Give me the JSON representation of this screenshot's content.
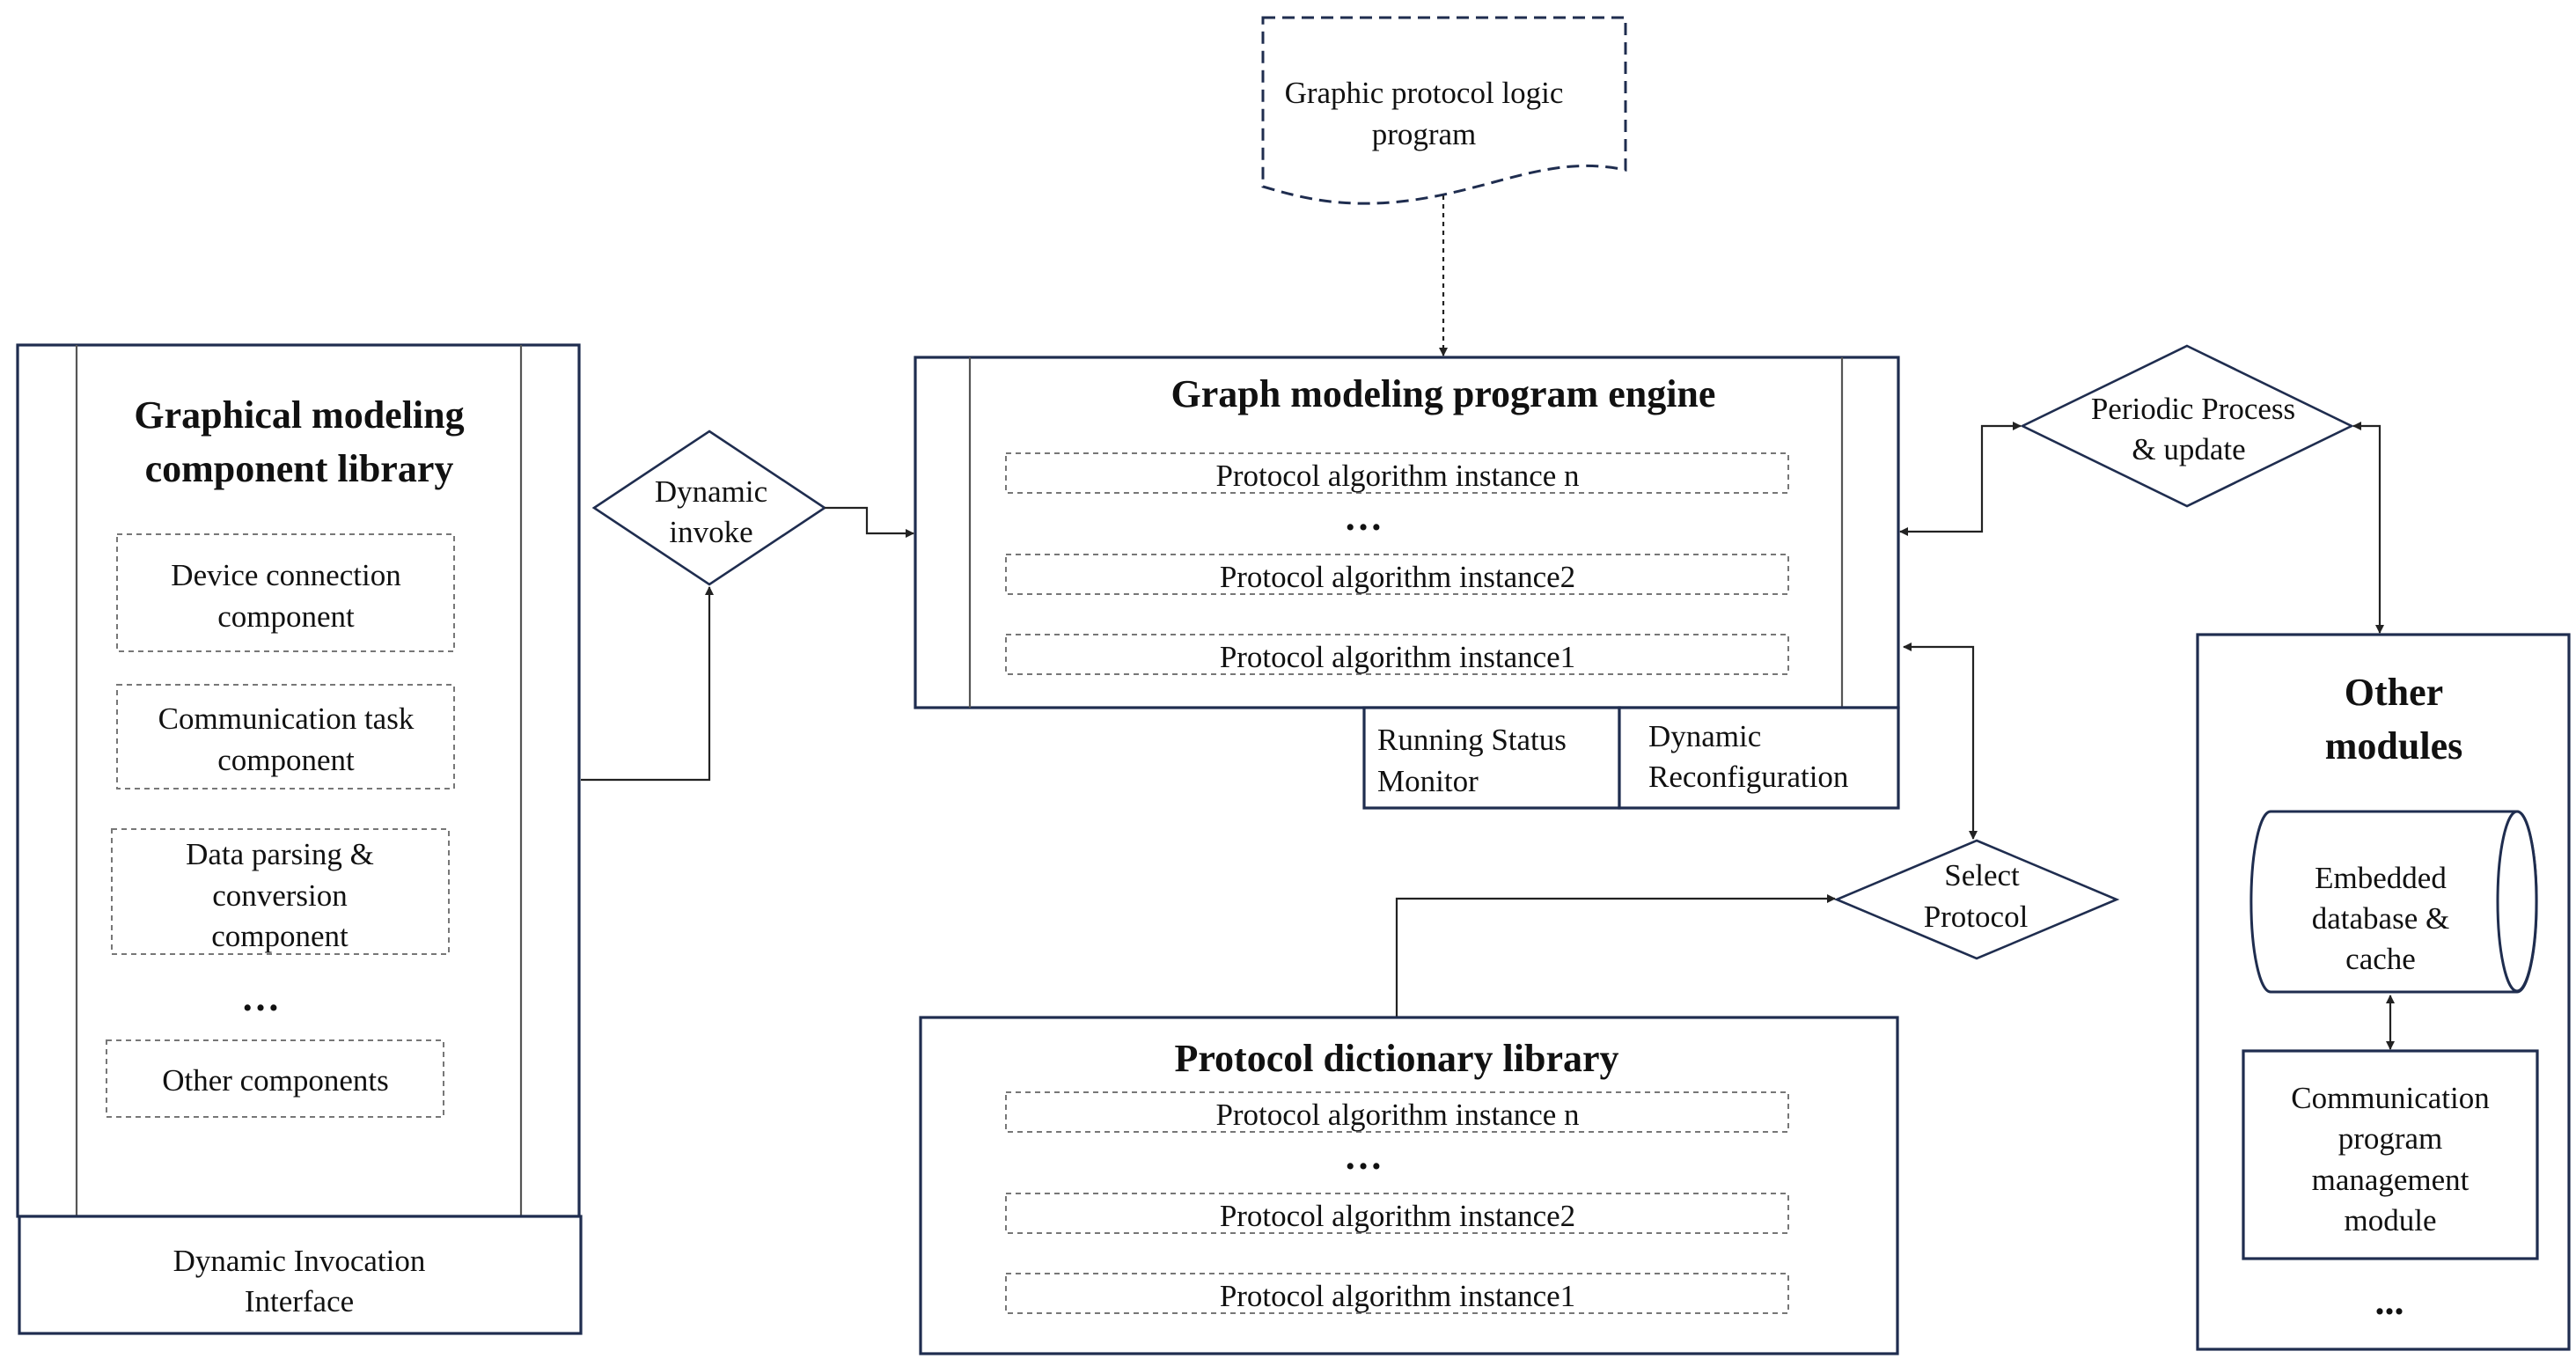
{
  "doc": {
    "title": "Graphic protocol logic program",
    "title_line1": "Graphic protocol logic",
    "title_line2": "program"
  },
  "library": {
    "title_line1": "Graphical modeling",
    "title_line2": "component library",
    "items": [
      {
        "line1": "Device connection",
        "line2": "component",
        "line3": ""
      },
      {
        "line1": "Communication task",
        "line2": "component",
        "line3": ""
      },
      {
        "line1": "Data parsing &",
        "line2": "conversion",
        "line3": "component"
      }
    ],
    "ellipsis": "…",
    "other": "Other components",
    "interface_line1": "Dynamic Invocation",
    "interface_line2": "Interface"
  },
  "invoke": {
    "line1": "Dynamic",
    "line2": "invoke"
  },
  "engine": {
    "title": "Graph modeling program engine",
    "instances": [
      "Protocol algorithm instance n",
      "Protocol algorithm instance2",
      "Protocol algorithm instance1"
    ],
    "ellipsis": "…",
    "status_line1": "Running Status",
    "status_line2": "Monitor",
    "reconfig_line1": "Dynamic",
    "reconfig_line2": "Reconfiguration"
  },
  "periodic": {
    "line1": "Periodic Process",
    "line2": "& update"
  },
  "select": {
    "line1": "Select",
    "line2": "Protocol"
  },
  "dictionary": {
    "title": "Protocol dictionary library",
    "instances": [
      "Protocol algorithm instance n",
      "Protocol algorithm instance2",
      "Protocol algorithm instance1"
    ],
    "ellipsis": "…"
  },
  "other_modules": {
    "title_line1": "Other",
    "title_line2": "modules",
    "db_line1": "Embedded",
    "db_line2": "database &",
    "db_line3": "cache",
    "comm_line1": "Communication",
    "comm_line2": "program",
    "comm_line3": "management",
    "comm_line4": "module",
    "ellipsis": "..."
  }
}
